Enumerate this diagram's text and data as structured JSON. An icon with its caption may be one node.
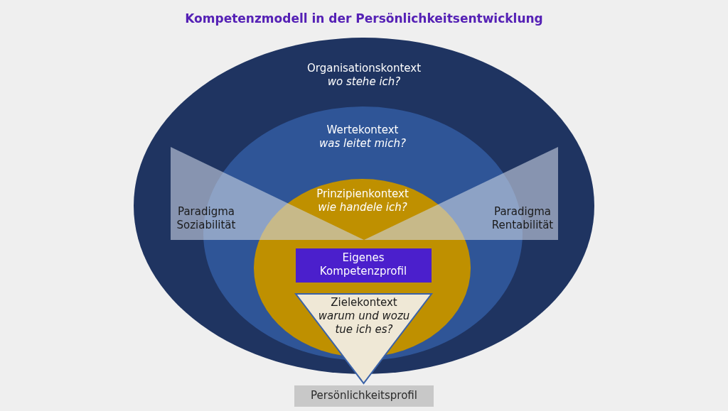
{
  "diagram": {
    "title": "Kompetenzmodell in der Persönlichkeitsentwicklung",
    "nodes": [
      {
        "text": [
          "Organisationskontext",
          "wo stehe ich?"
        ]
      },
      {
        "text": [
          "Wertekontext",
          "was leitet mich?"
        ],
        "in": 0
      },
      {
        "text": [
          "Prinzipienkontext",
          "wie handele ich?"
        ],
        "in": 1
      },
      {
        "text": [
          "Paradigma Soziabilität"
        ],
        "in": 0
      },
      {
        "text": [
          "Paradigma Rentabilität"
        ],
        "in": 0
      },
      {
        "text": [
          "Eigenes Kompetenzprofil"
        ],
        "in": 2
      },
      {
        "text": [
          "Zielekontext",
          "warum und wozu tue ich es?"
        ]
      },
      {
        "text": [
          "Persönlichkeitsprofil"
        ]
      }
    ],
    "edges": []
  }
}
